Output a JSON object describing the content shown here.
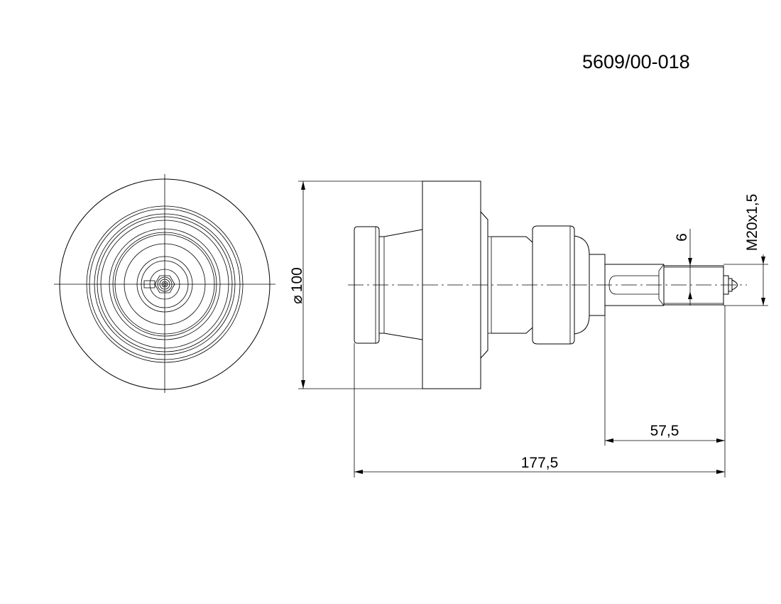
{
  "drawing": {
    "part_number": "5609/00-018",
    "dimensions": {
      "diameter": {
        "symbol": "⌀",
        "value": "100"
      },
      "thread": "M20x1,5",
      "width_6": "6",
      "length_57_5": "57,5",
      "length_177_5": "177,5"
    }
  },
  "colors": {
    "line": "#000000",
    "background": "#ffffff"
  }
}
